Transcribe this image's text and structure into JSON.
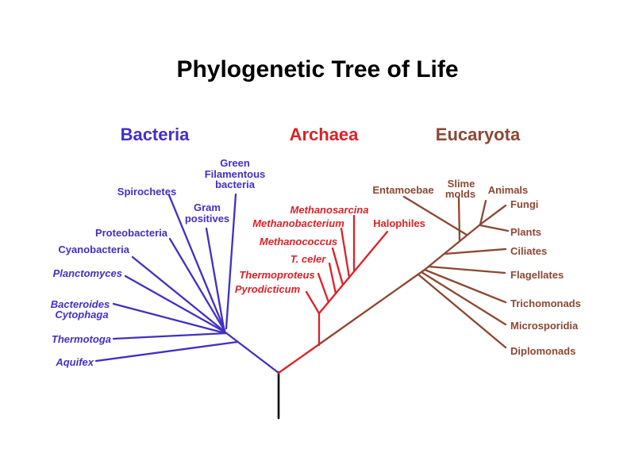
{
  "title": "Phylogenetic Tree of Life",
  "colors": {
    "bacteria": "#4130c4",
    "archaea": "#dc2127",
    "eucaryota": "#8c4732",
    "root_trunk": "#000000",
    "background": "#ffffff"
  },
  "bacteria": {
    "label": "Bacteria",
    "taxa": {
      "green_filamentous": [
        "Green",
        "Filamentous",
        "bacteria"
      ],
      "spirochetes": "Spirochetes",
      "gram_positives": [
        "Gram",
        "positives"
      ],
      "proteobacteria": "Proteobacteria",
      "cyanobacteria": "Cyanobacteria",
      "planctomyces": "Planctomyces",
      "bacteroides_cytophaga": [
        "Bacteroides",
        "Cytophaga"
      ],
      "thermotoga": "Thermotoga",
      "aquifex": "Aquifex"
    }
  },
  "archaea": {
    "label": "Archaea",
    "taxa": {
      "methanosarcina": "Methanosarcina",
      "methanobacterium": "Methanobacterium",
      "halophiles": "Halophiles",
      "methanococcus": "Methanococcus",
      "t_celer": "T. celer",
      "thermoproteus": "Thermoproteus",
      "pyrodicticum": "Pyrodicticum"
    }
  },
  "eucaryota": {
    "label": "Eucaryota",
    "taxa": {
      "entamoebae": "Entamoebae",
      "slime_molds": [
        "Slime",
        "molds"
      ],
      "animals": "Animals",
      "fungi": "Fungi",
      "plants": "Plants",
      "ciliates": "Ciliates",
      "flagellates": "Flagellates",
      "trichomonads": "Trichomonads",
      "microsporidia": "Microsporidia",
      "diplomonads": "Diplomonads"
    }
  }
}
